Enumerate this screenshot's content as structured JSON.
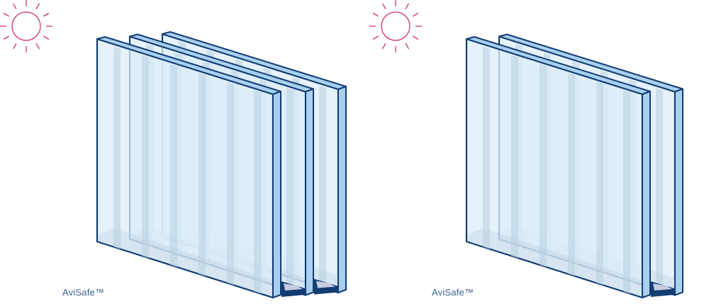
{
  "colors": {
    "sun": "#d0375f",
    "frame": "#123d73",
    "glass": "#dcedf9",
    "glass_edge": "#a9d0ef",
    "stripe": "#b9cfe0",
    "spacer": "#c7cbe0"
  },
  "units": [
    {
      "label": "AviSafe™",
      "pane_count": 3,
      "icon": "sun-icon"
    },
    {
      "label": "AviSafe™",
      "pane_count": 2,
      "icon": "sun-icon"
    }
  ]
}
